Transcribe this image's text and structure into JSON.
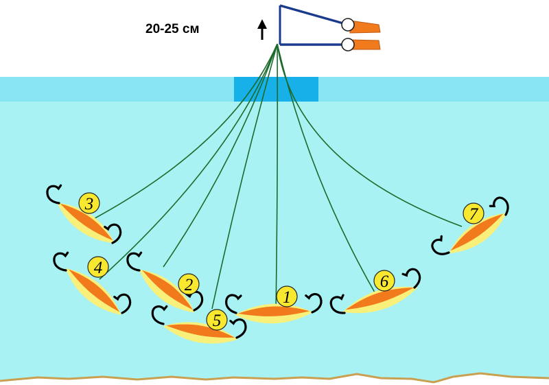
{
  "depth_label": "20-25 см",
  "arrow": "up-arrow",
  "colors": {
    "water": "#a8f2f4",
    "ice": "#88e6f4",
    "hole": "#18b0e8",
    "ground": "#ffffff",
    "bottom_line": "#c8a050",
    "fishing_line": "#1a6b2a",
    "rod": "#1a3a8c",
    "rod_handle": "#f07a1c",
    "lure_body": "#f8f07a",
    "lure_stripe": "#f07a1c",
    "hook": "#000000",
    "number_badge": "#f8e830"
  },
  "lures": [
    {
      "number": "1"
    },
    {
      "number": "2"
    },
    {
      "number": "3"
    },
    {
      "number": "4"
    },
    {
      "number": "5"
    },
    {
      "number": "6"
    },
    {
      "number": "7"
    }
  ]
}
